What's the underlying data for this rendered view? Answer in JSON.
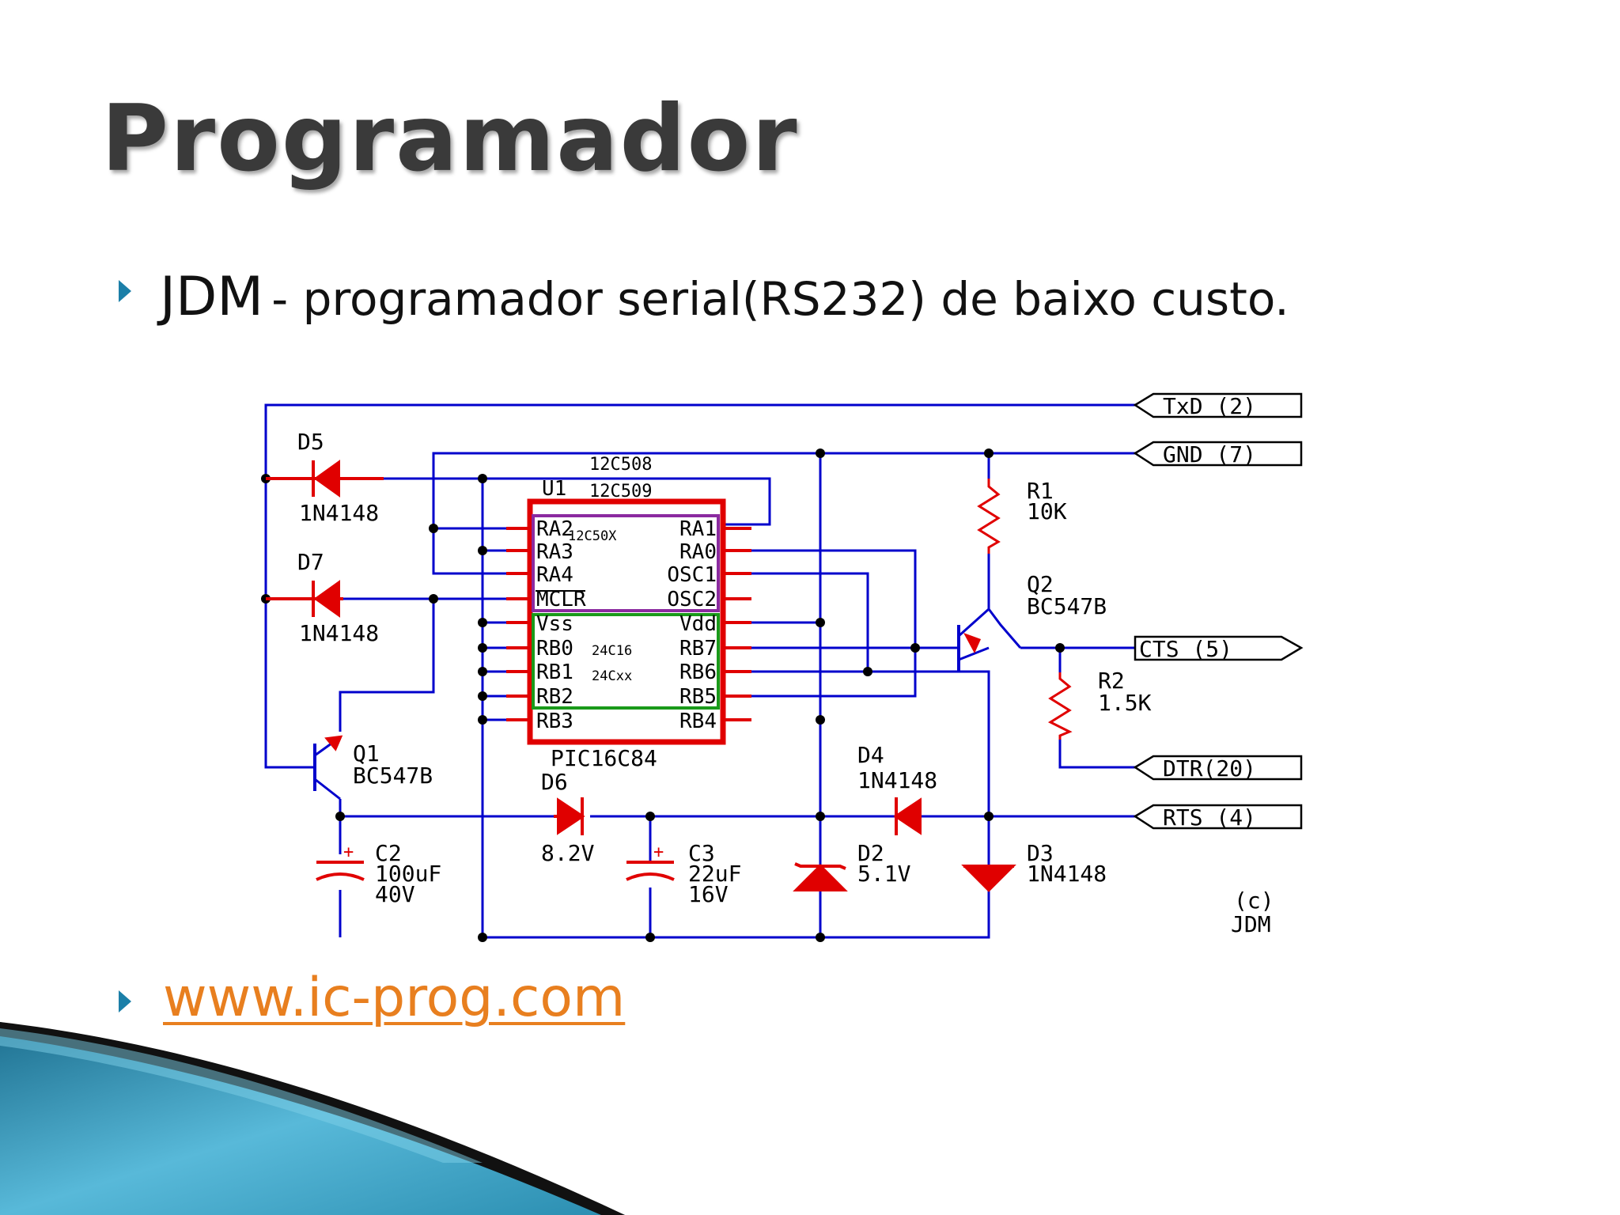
{
  "slide": {
    "title": "Programador",
    "bullet1": {
      "head": "JDM",
      "rest": "- programador serial(RS232) de baixo custo."
    },
    "bullet2": {
      "link": "www.ic-prog.com"
    }
  },
  "schematic": {
    "connectors": {
      "txd": "TxD (2)",
      "gnd": "GND (7)",
      "cts": "CTS (5)",
      "dtr": "DTR(20)",
      "rts": "RTS (4)"
    },
    "d5": {
      "ref": "D5",
      "value": "1N4148"
    },
    "d7": {
      "ref": "D7",
      "value": "1N4148"
    },
    "q1": {
      "ref": "Q1",
      "value": "BC547B"
    },
    "q2": {
      "ref": "Q2",
      "value": "BC547B"
    },
    "r1": {
      "ref": "R1",
      "value": "10K"
    },
    "r2": {
      "ref": "R2",
      "value": "1.5K"
    },
    "c2": {
      "ref": "C2",
      "v1": "100uF",
      "v2": "40V"
    },
    "c3": {
      "ref": "C3",
      "v1": "22uF",
      "v2": "16V"
    },
    "d6": {
      "ref": "D6",
      "value": "8.2V"
    },
    "d4": {
      "ref": "D4",
      "value": "1N4148"
    },
    "d2": {
      "ref": "D2",
      "value": "5.1V"
    },
    "d3": {
      "ref": "D3",
      "value": "1N4148"
    },
    "ic": {
      "top1": "12C508",
      "u1": "U1",
      "top2": "12C509",
      "name": "PIC16C84",
      "label_12c50x": "12C50X",
      "label_24c16": "24C16",
      "label_24cxx": "24Cxx",
      "left_pins": [
        "RA2",
        "RA3",
        "RA4",
        "MCLR",
        "Vss",
        "RB0",
        "RB1",
        "RB2",
        "RB3"
      ],
      "right_pins": [
        "RA1",
        "RA0",
        "OSC1",
        "OSC2",
        "Vdd",
        "RB7",
        "RB6",
        "RB5",
        "RB4"
      ]
    },
    "credit1": "(c)",
    "credit2": "JDM"
  },
  "colors": {
    "wire": "#0000cc",
    "component": "#e00000",
    "ic_outline": "#e00000",
    "purple_box": "#8b2aa0",
    "green_box": "#1a9a1a",
    "title": "#3a3a3a",
    "link": "#e87f1f",
    "bullet_arrow": "#1b7fa8"
  }
}
